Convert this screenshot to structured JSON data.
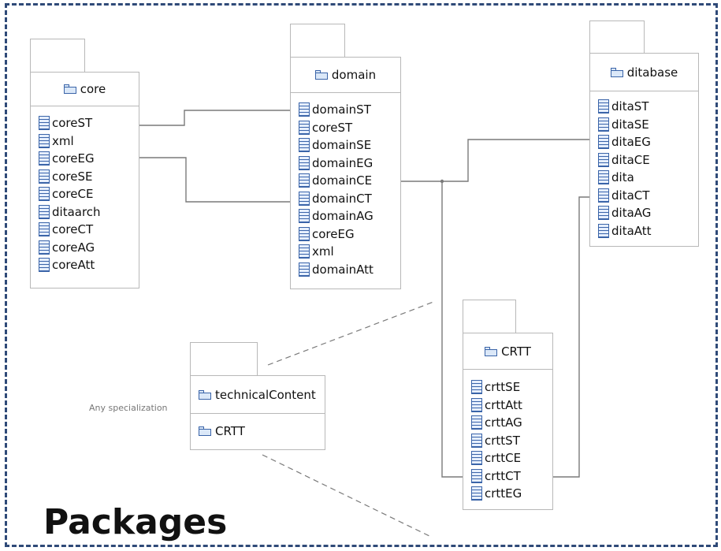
{
  "packages": {
    "core": {
      "name": "core",
      "items": [
        "coreST",
        "xml",
        "coreEG",
        "coreSE",
        "coreCE",
        "ditaarch",
        "coreCT",
        "coreAG",
        "coreAtt"
      ]
    },
    "domain": {
      "name": "domain",
      "items": [
        "domainST",
        "coreST",
        "domainSE",
        "domainEG",
        "domainCE",
        "domainCT",
        "domainAG",
        "coreEG",
        "xml",
        "domainAtt"
      ]
    },
    "ditabase": {
      "name": "ditabase",
      "items": [
        "ditaST",
        "ditaSE",
        "ditaEG",
        "ditaCE",
        "dita",
        "ditaCT",
        "ditaAG",
        "ditaAtt"
      ]
    },
    "crtt": {
      "name": "CRTT",
      "items": [
        "crttSE",
        "crttAtt",
        "crttAG",
        "crttST",
        "crttCE",
        "crttCT",
        "crttEG"
      ]
    },
    "technical": {
      "name": "technicalContent",
      "sub": "CRTT"
    }
  },
  "note": "Any specialization",
  "title": "Packages"
}
